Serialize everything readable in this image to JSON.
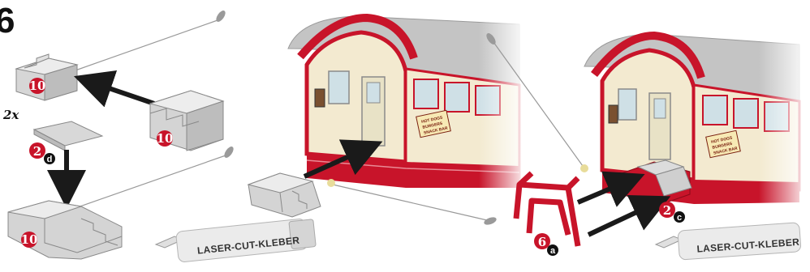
{
  "step_number": "6",
  "multiplier": "2x",
  "glue_tube_label": "LASER-CUT-KLEBER",
  "shop_sign": [
    "HOT DOGS",
    "BURGERS",
    "SNACK BAR"
  ],
  "part_badges": [
    {
      "id": "stair-block-top",
      "number": "10",
      "letter": ""
    },
    {
      "id": "stair-loose",
      "number": "10",
      "letter": ""
    },
    {
      "id": "plate",
      "number": "2",
      "letter": "d"
    },
    {
      "id": "stair-assembled",
      "number": "10",
      "letter": ""
    },
    {
      "id": "railing",
      "number": "6",
      "letter": "a"
    },
    {
      "id": "landing",
      "number": "2",
      "letter": "c"
    }
  ],
  "colors": {
    "red": "#c8142a",
    "cream": "#f3ead0",
    "roof": "#bdbdbd",
    "stair": "#cfcfcf",
    "glue": "#e8dc9a",
    "arrow": "#1a1a1a"
  }
}
